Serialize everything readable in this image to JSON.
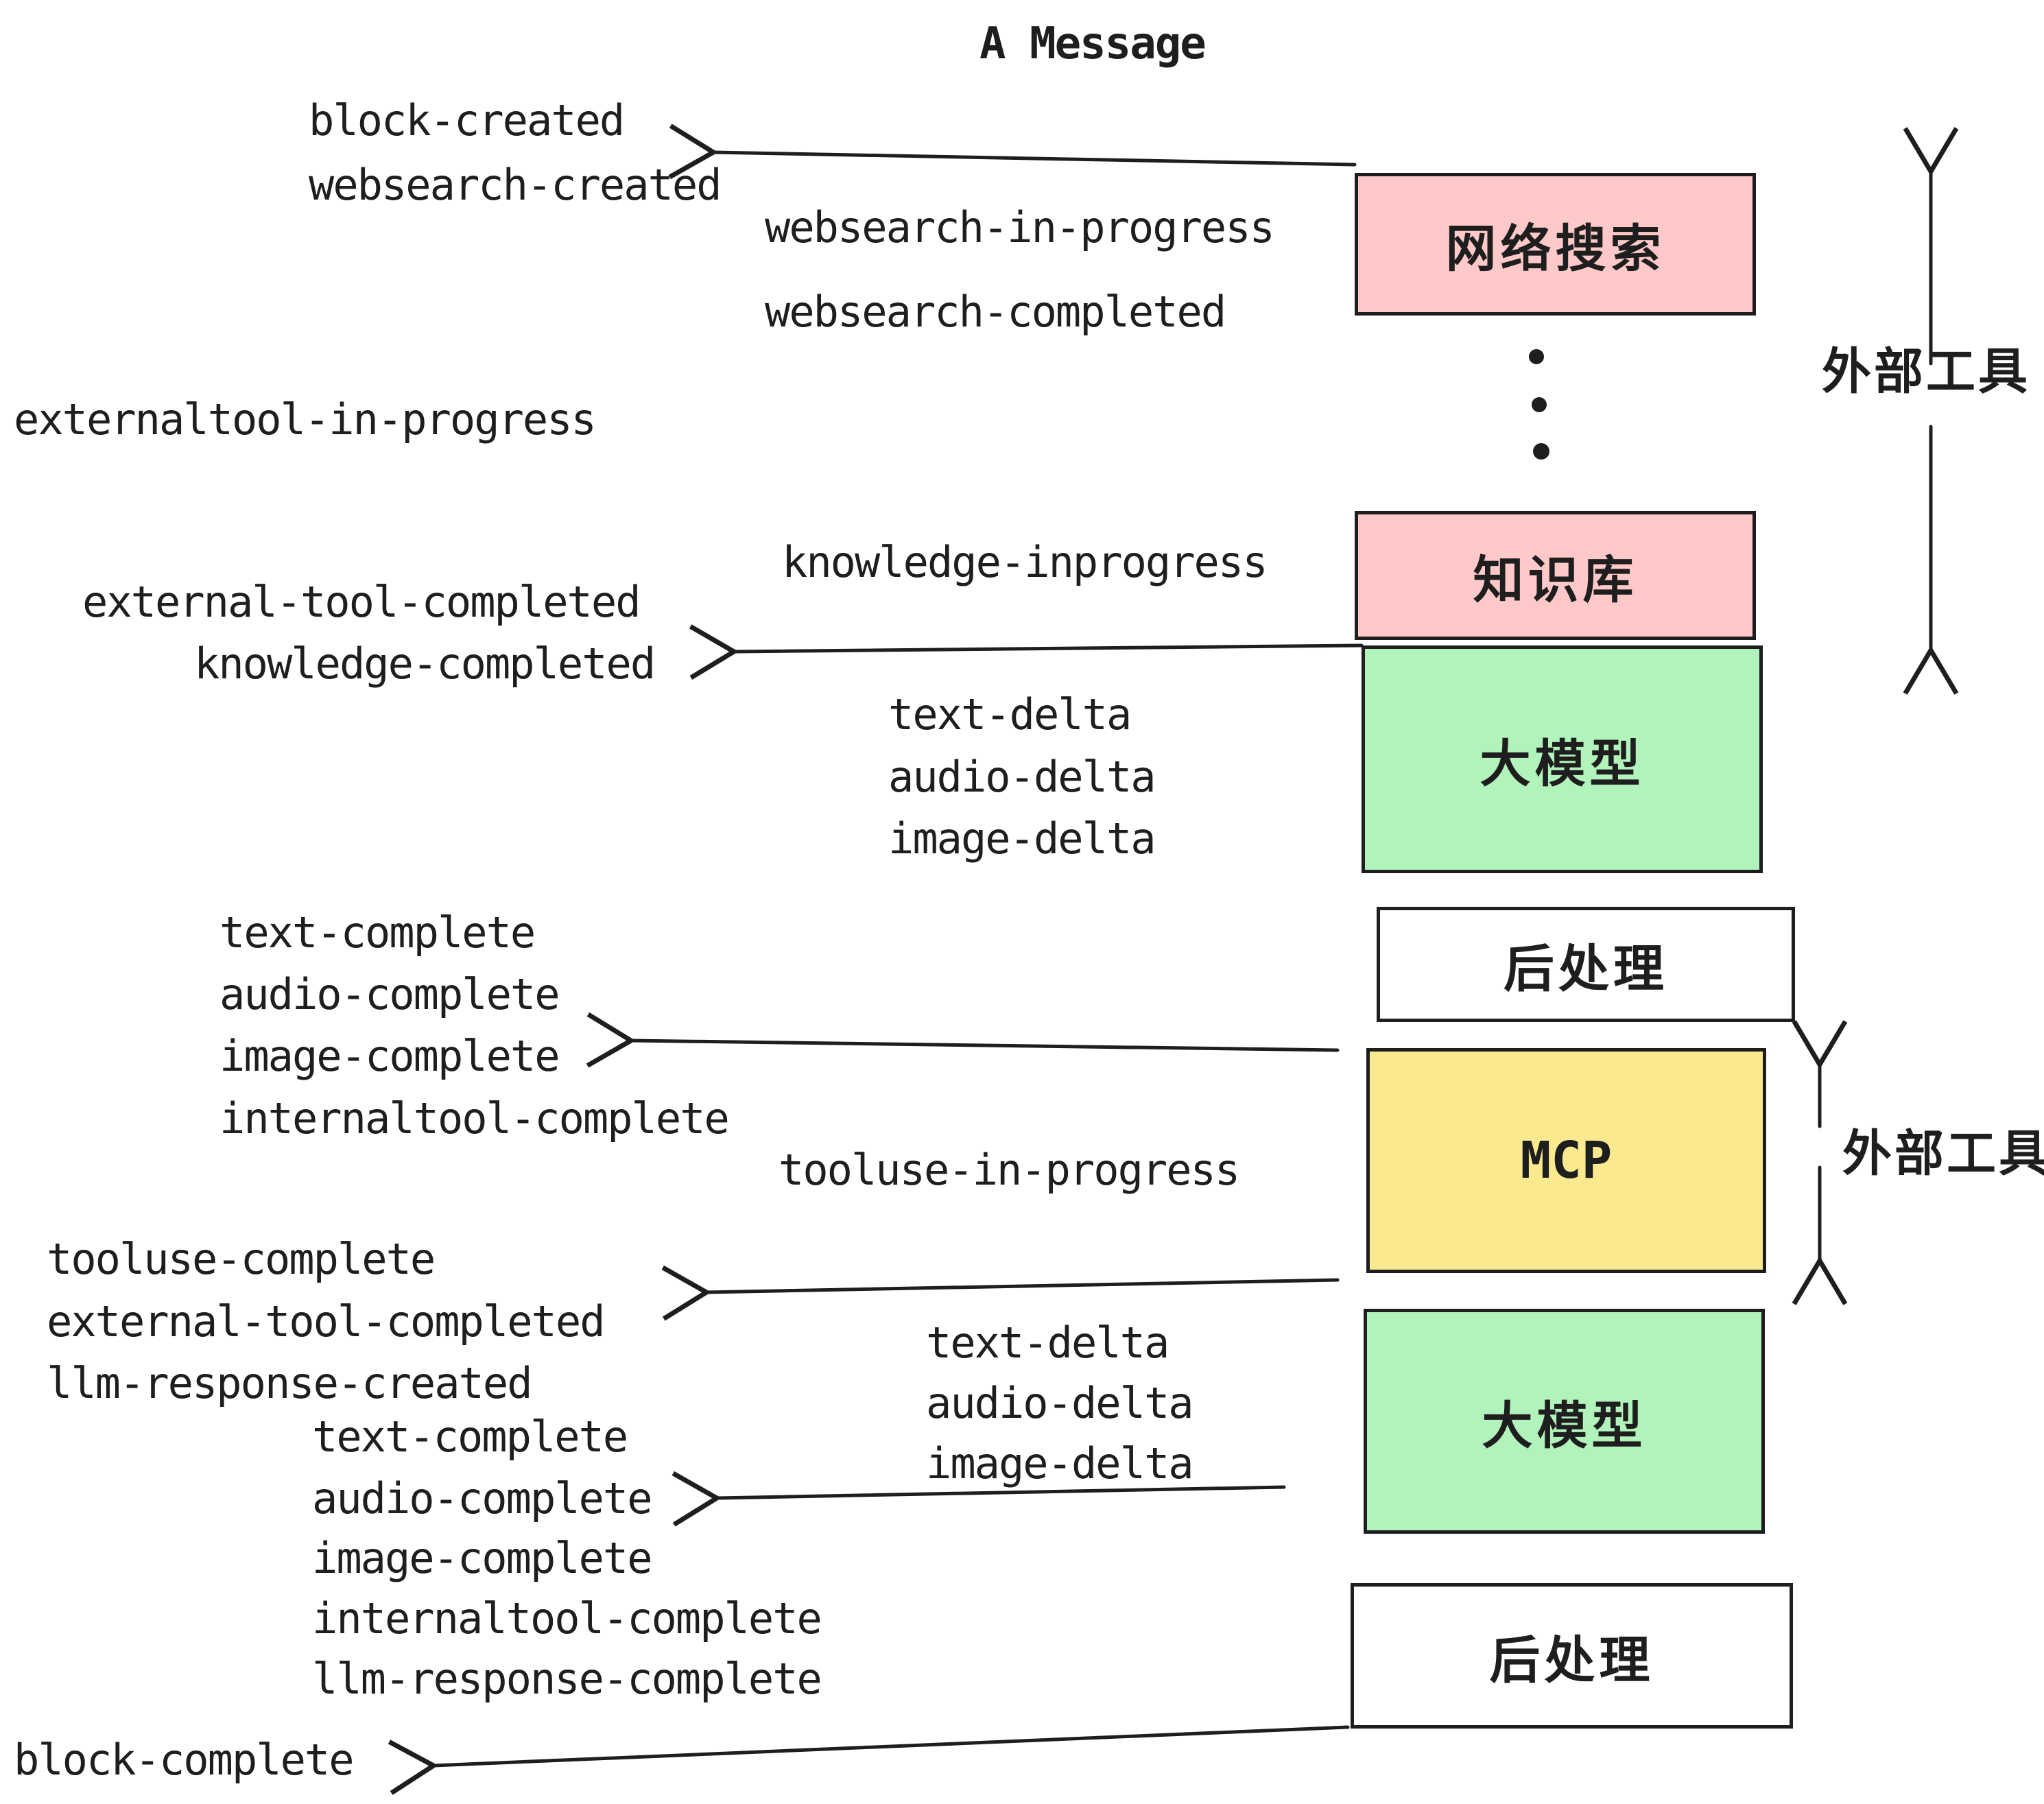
{
  "title": "A Message",
  "colors": {
    "box_pink": "#ffc9c9",
    "box_green": "#b2f2bb",
    "box_yellow": "#fae98e",
    "box_white": "#ffffff",
    "stroke": "#1e1e1e"
  },
  "boxes": {
    "websearch": "网络搜索",
    "knowledge": "知识库",
    "llm_top": "大模型",
    "post_top": "后处理",
    "mcp": "MCP",
    "llm_bottom": "大模型",
    "post_bottom": "后处理"
  },
  "side_labels": {
    "external_tools_top": "外部工具",
    "external_tools_bottom": "外部工具"
  },
  "events": {
    "block_created": "block-created",
    "websearch_created": "websearch-created",
    "websearch_in_progress": "websearch-in-progress",
    "websearch_completed": "websearch-completed",
    "externaltool_in_progress": "externaltool-in-progress",
    "knowledge_inprogress": "knowledge-inprogress",
    "external_tool_completed": "external-tool-completed",
    "knowledge_completed": "knowledge-completed",
    "text_delta": "text-delta",
    "audio_delta": "audio-delta",
    "image_delta": "image-delta",
    "text_complete": "text-complete",
    "audio_complete": "audio-complete",
    "image_complete": "image-complete",
    "internaltool_complete": "internaltool-complete",
    "tooluse_in_progress": "tooluse-in-progress",
    "tooluse_complete": "tooluse-complete",
    "llm_response_created": "llm-response-created",
    "llm_response_complete": "llm-response-complete",
    "block_complete": "block-complete"
  }
}
